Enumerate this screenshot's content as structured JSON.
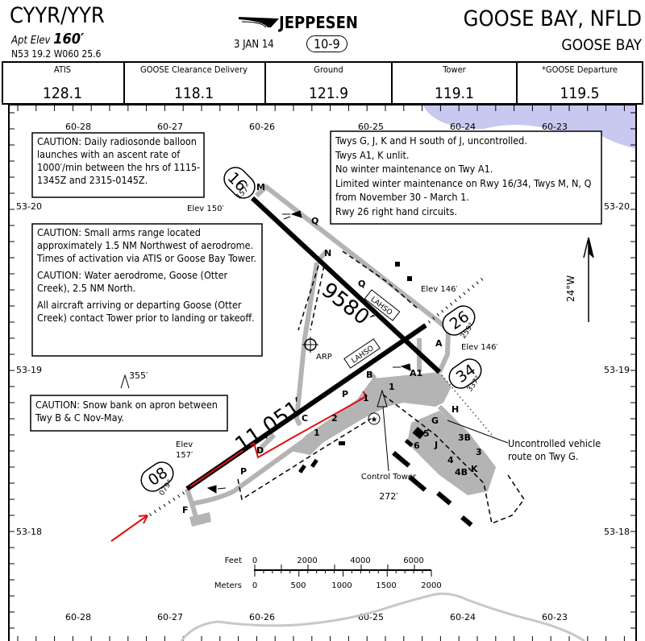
{
  "header": {
    "ident": "CYYR/YYR",
    "apt_elev_label": "Apt Elev",
    "apt_elev": "160′",
    "coords": "N53 19.2 W060 25.6",
    "brand": "JEPPESEN",
    "date": "3 JAN 14",
    "chart_no": "10-9",
    "location": "GOOSE BAY, NFLD",
    "airport_name": "GOOSE BAY"
  },
  "frequencies": [
    {
      "label": "ATIS",
      "value": "128.1"
    },
    {
      "label": "GOOSE Clearance Delivery",
      "value": "118.1"
    },
    {
      "label": "Ground",
      "value": "121.9"
    },
    {
      "label": "Tower",
      "value": "119.1"
    },
    {
      "label": "*GOOSE Departure",
      "value": "119.5"
    }
  ],
  "grid": {
    "longitudes": [
      "60-28",
      "60-27",
      "60-26",
      "60-25",
      "60-24",
      "60-23"
    ],
    "latitudes": [
      "53-20",
      "53-19",
      "53-18"
    ]
  },
  "notes": {
    "caution1": "CAUTION: Daily radiosonde balloon launches with an ascent rate of 1000′/min between the hrs of 1115-1345Z and 2315-0145Z.",
    "twy_notes": [
      "Twys G, J, K and H south of J, uncontrolled.",
      "Twys A1, K unlit.",
      "No winter maintenance on Twy A1.",
      "Limited winter maintenance on Rwy 16/34, Twys M, N, Q from November 30 - March 1.",
      "Rwy 26 right hand circuits."
    ],
    "caution2": [
      "CAUTION: Small arms range located approximately 1.5 NM Northwest of aerodrome. Times of activation via ATIS or Goose Bay Tower.",
      "CAUTION: Water aerodrome, Goose (Otter Creek), 2.5 NM North.",
      "All aircraft arriving or departing Goose (Otter Creek) contact Tower prior to landing or takeoff."
    ],
    "caution3": "CAUTION: Snow bank on apron between Twy B & C Nov-May.",
    "uncontrolled": "Uncontrolled vehicle route on Twy G."
  },
  "runways": [
    {
      "id": "08",
      "heading": "079°",
      "elev": "157′",
      "elev_label": "Elev"
    },
    {
      "id": "26",
      "heading": "259°",
      "elev": "Elev 146′"
    },
    {
      "id": "16",
      "heading": "157°",
      "elev": "Elev 150′"
    },
    {
      "id": "34",
      "heading": "337°",
      "elev": "Elev 146′"
    }
  ],
  "runway_lengths": {
    "rwy08_26": "11,051′",
    "rwy16_34": "9580′"
  },
  "taxiways": [
    "M",
    "Q",
    "N",
    "Q",
    "A",
    "B",
    "A1",
    "C",
    "D",
    "P",
    "P",
    "F",
    "H",
    "G",
    "J",
    "K"
  ],
  "aprons": [
    "1",
    "1",
    "2",
    "1",
    "5",
    "6",
    "3B",
    "3",
    "4",
    "4B"
  ],
  "labels": {
    "lahso": "LAHSO",
    "arp": "ARP",
    "tower": "Control Tower",
    "tower_elev": "272′",
    "obstacle": "355′",
    "variation": "24°W"
  },
  "scale": {
    "feet_label": "Feet",
    "meters_label": "Meters",
    "feet": [
      "0",
      "2000",
      "4000",
      "6000"
    ],
    "meters": [
      "0",
      "500",
      "1000",
      "1500",
      "2000"
    ]
  },
  "colors": {
    "water": "#c8c8f0",
    "taxiway": "#b4b4b4",
    "route": "#e01010"
  }
}
